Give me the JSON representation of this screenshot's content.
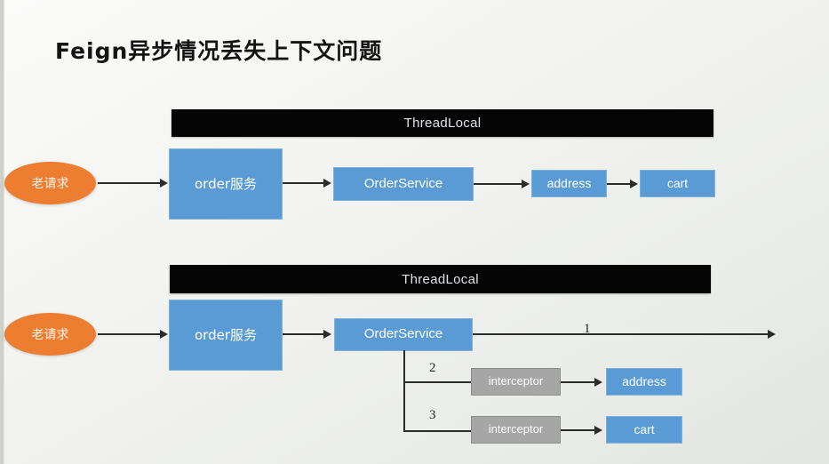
{
  "slide": {
    "title": "Feign异步情况丢失上下文问题",
    "background_color": "#f1f2ef",
    "accent_blue": "#5A9BD5",
    "accent_orange": "#ED7D31",
    "accent_gray": "#A6A6A6",
    "bar_color": "#050505"
  },
  "diagram": {
    "row1": {
      "threadlocal_label": "ThreadLocal",
      "request_label": "老请求",
      "nodes": [
        {
          "label": "order服务",
          "style": "blue"
        },
        {
          "label": "OrderService",
          "style": "blue"
        },
        {
          "label": "address",
          "style": "blue"
        },
        {
          "label": "cart",
          "style": "blue"
        }
      ]
    },
    "row2": {
      "threadlocal_label": "ThreadLocal",
      "request_label": "老请求",
      "nodes": [
        {
          "label": "order服务",
          "style": "blue"
        },
        {
          "label": "OrderService",
          "style": "blue"
        }
      ],
      "branches": [
        {
          "number": "1",
          "nodes": []
        },
        {
          "number": "2",
          "nodes": [
            {
              "label": "interceptor",
              "style": "gray"
            },
            {
              "label": "address",
              "style": "blue"
            }
          ]
        },
        {
          "number": "3",
          "nodes": [
            {
              "label": "interceptor",
              "style": "gray"
            },
            {
              "label": "cart",
              "style": "blue"
            }
          ]
        }
      ]
    }
  }
}
